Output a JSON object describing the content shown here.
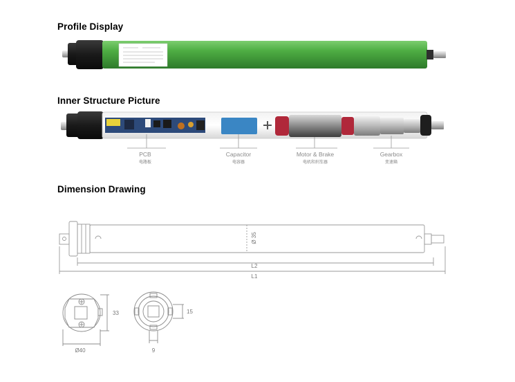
{
  "sections": {
    "profile": {
      "title": "Profile Display"
    },
    "inner": {
      "title": "Inner Structure Picture"
    },
    "dimension": {
      "title": "Dimension Drawing"
    }
  },
  "components": [
    {
      "en": "PCB",
      "zh": "电路板"
    },
    {
      "en": "Capacitor",
      "zh": "电容器"
    },
    {
      "en": "Motor & Brake",
      "zh": "电机和刹车器"
    },
    {
      "en": "Gearbox",
      "zh": "变速箱"
    }
  ],
  "dimensions": {
    "tube_diameter": "Ø 35",
    "l2": "L2",
    "l1": "L1",
    "head_height": "33",
    "head_diameter": "Ø40",
    "slot_height": "15",
    "slot_width": "9"
  },
  "colors": {
    "tube_green": "#3f9e3a",
    "end_cap": "#1c1c1c",
    "capacitor_blue": "#3a86c4",
    "motor_red": "#b0283a",
    "line_gray": "#9a9a9a"
  }
}
